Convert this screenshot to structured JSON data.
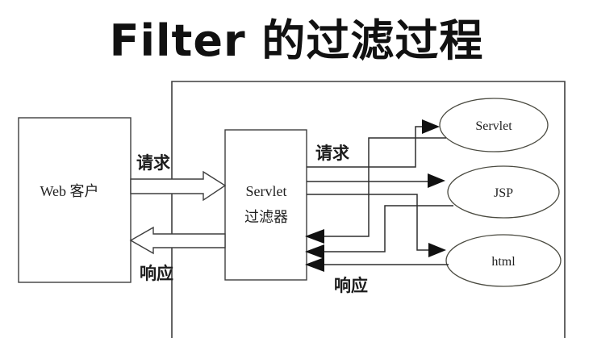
{
  "title": "Filter 的过滤过程",
  "nodes": {
    "web_client": "Web 客户",
    "filter_line1": "Servlet",
    "filter_line2": "过滤器",
    "targets": [
      {
        "label": "Servlet"
      },
      {
        "label": "JSP"
      },
      {
        "label": "html"
      }
    ]
  },
  "labels": {
    "request_left": "请求",
    "response_left": "响应",
    "request_right": "请求",
    "response_right": "响应"
  },
  "colors": {
    "line": "#3f3f3f",
    "arrowhead": "#111111",
    "background": "#ffffff",
    "text": "#222222"
  }
}
